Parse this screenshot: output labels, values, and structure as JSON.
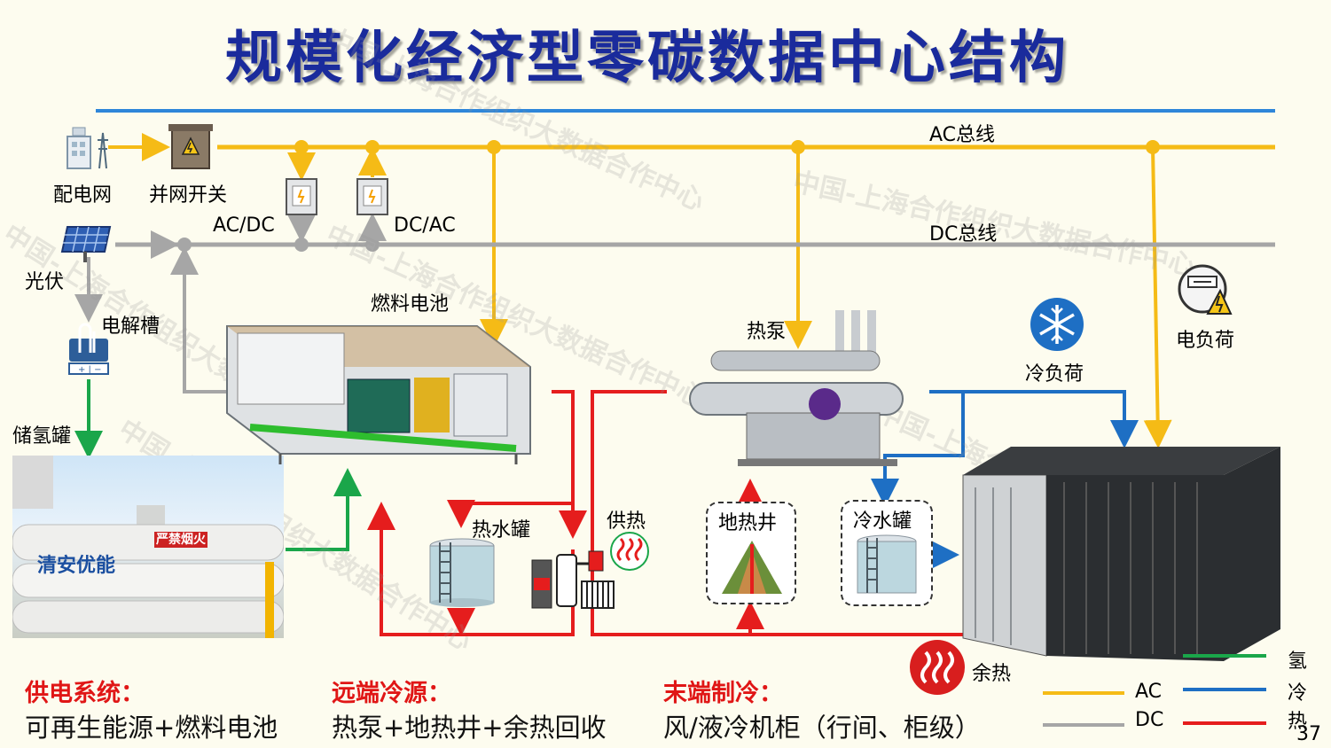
{
  "title": "规模化经济型零碳数据中心结构",
  "buses": {
    "ac": "AC总线",
    "dc": "DC总线"
  },
  "labels": {
    "grid": "配电网",
    "switch": "并网开关",
    "acdc": "AC/DC",
    "dcac": "DC/AC",
    "pv": "光伏",
    "electrolyzer": "电解槽",
    "h2tank": "储氢罐",
    "fuelcell": "燃料电池",
    "heatpump": "热泵",
    "cold_load": "冷负荷",
    "elec_load": "电负荷",
    "hot_tank": "热水罐",
    "heating": "供热",
    "geo_well": "地热井",
    "cold_tank": "冷水罐",
    "waste_heat": "余热",
    "photo_text_1": "清安优能",
    "photo_text_2": "严禁烟火"
  },
  "sections": [
    {
      "heading": "供电系统：",
      "body": "可再生能源+燃料电池"
    },
    {
      "heading": "远端冷源：",
      "body": "热泵+地热井+余热回收"
    },
    {
      "heading": "末端制冷：",
      "body": "风/液冷机柜（行间、柜级）"
    }
  ],
  "legend": [
    {
      "label": "氢",
      "color": "#1aa64a"
    },
    {
      "label": "冷",
      "color": "#1e6fc4"
    },
    {
      "label": "热",
      "color": "#e51d1d"
    },
    {
      "label": "AC",
      "color": "#f5bb16"
    },
    {
      "label": "DC",
      "color": "#a6a6a6"
    }
  ],
  "watermark": "中国-上海合作组织大数据合作中心",
  "page_number": "37",
  "colors": {
    "ac": "#f5bb16",
    "dc": "#a6a6a6",
    "hydrogen": "#1aa64a",
    "cold": "#1e6fc4",
    "heat": "#e51d1d",
    "title": "#1a2b9c"
  }
}
